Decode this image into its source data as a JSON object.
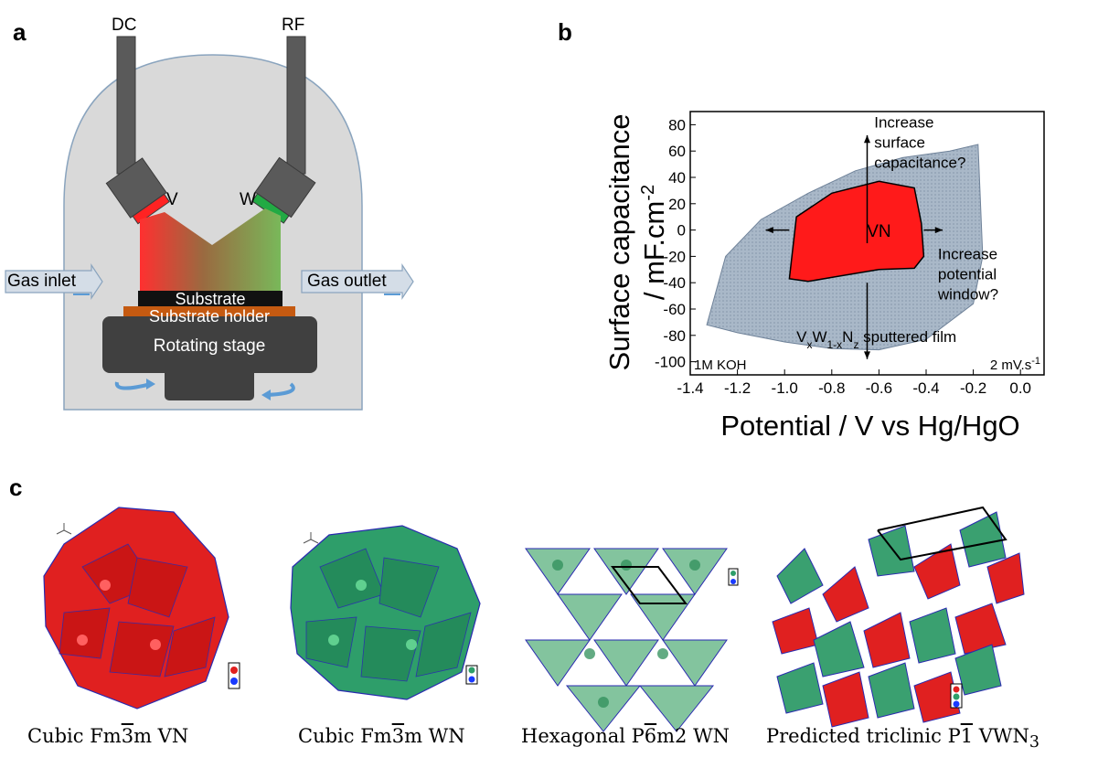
{
  "panels": {
    "a": {
      "label": "a",
      "dc_label": "DC",
      "rf_label": "RF",
      "v_label": "V",
      "w_label": "W",
      "gas_inlet": "Gas inlet",
      "gas_outlet": "Gas outlet",
      "substrate": "Substrate",
      "substrate_holder": "Substrate holder",
      "rotating_stage": "Rotating stage",
      "colors": {
        "chamber": "#d9d9d9",
        "target_v": "#ff2222",
        "target_w": "#22aa44",
        "holder": "#c55a11",
        "stage": "#404040",
        "arrow": "#5b9bd5"
      }
    },
    "b": {
      "label": "b",
      "annotations": {
        "vn": "VN",
        "increase_capacitance": [
          "Increase",
          "surface",
          "capacitance?"
        ],
        "increase_window": [
          "Increase",
          "potential",
          "window?"
        ],
        "film_main": "V",
        "film_sub_x": "x",
        "film_w": "W",
        "film_sub_1x": "1-x",
        "film_n": "N",
        "film_sub_z": "z",
        "film_rest": " sputtered film",
        "electrolyte": "1M KOH",
        "scan_rate": "2 mV.s",
        "scan_rate_exp": "-1"
      }
    },
    "c": {
      "label": "c",
      "captions": [
        {
          "pre": "Cubic Fm",
          "bar": "3",
          "post": "m VN"
        },
        {
          "pre": "Cubic Fm",
          "bar": "3",
          "post": "m WN"
        },
        {
          "pre": "Hexagonal P",
          "bar": "6",
          "post": "m2 WN"
        },
        {
          "pre": "Predicted triclinic P",
          "bar": "1",
          "post": " VWN",
          "sub": "3"
        }
      ],
      "colors": {
        "v_polyhedra": "#e02020",
        "w_polyhedra": "#2e9e6a",
        "edges": "#2a2ab0"
      }
    }
  },
  "chart_data": {
    "type": "line",
    "xlabel": "Potential / V vs Hg/HgO",
    "ylabel_line1": "Surface capacitance",
    "ylabel_line2": "/ mF.cm",
    "ylabel_exp": "-2",
    "xlim": [
      -1.4,
      0.1
    ],
    "ylim": [
      -110,
      90
    ],
    "x_ticks": [
      -1.4,
      -1.2,
      -1.0,
      -0.8,
      -0.6,
      -0.4,
      -0.2,
      0.0
    ],
    "x_tick_labels": [
      "-1.4",
      "-1.2",
      "-1.0",
      "-0.8",
      "-0.6",
      "-0.4",
      "-0.2",
      "0.0"
    ],
    "y_ticks": [
      80,
      60,
      40,
      20,
      0,
      -20,
      -40,
      -60,
      -80,
      -100
    ],
    "y_tick_labels": [
      "80",
      "60",
      "40",
      "20",
      "0",
      "-20",
      "-40",
      "-60",
      "-80",
      "-100"
    ],
    "series": [
      {
        "color": "#a9b8c8",
        "x": [
          -1.33,
          -1.2,
          -1.0,
          -0.8,
          -0.6,
          -0.4,
          -0.2,
          -0.16,
          -0.18,
          -0.3,
          -0.5,
          -0.7,
          -0.9,
          -1.1,
          -1.25,
          -1.33
        ],
        "y": [
          -72,
          -78,
          -85,
          -90,
          -91,
          -83,
          -56,
          -20,
          65,
          60,
          55,
          45,
          28,
          8,
          -20,
          -72
        ]
      },
      {
        "color": "#ff1a1a",
        "x": [
          -0.98,
          -0.9,
          -0.8,
          -0.6,
          -0.45,
          -0.41,
          -0.42,
          -0.45,
          -0.6,
          -0.8,
          -0.95,
          -0.98
        ],
        "y": [
          -37,
          -39,
          -36,
          -30,
          -29,
          -20,
          5,
          32,
          37,
          28,
          10,
          -37
        ]
      }
    ]
  }
}
